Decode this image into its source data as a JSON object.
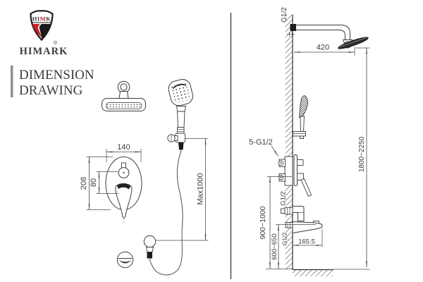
{
  "brand": {
    "shield_hi": "HI",
    "shield_m": "M",
    "shield_k": "K",
    "name": "HIMARK",
    "registered": "®"
  },
  "title": {
    "line1": "DIMENSION",
    "line2": "DRAWING"
  },
  "colors": {
    "brand_red": "#c42127",
    "line": "#3c3c3c"
  },
  "left_drawing": {
    "dim_width": "140",
    "dim_height": "208",
    "dim_offset": "80",
    "dim_hose": "Max1000"
  },
  "right_drawing": {
    "thread_top": "G1/2",
    "dim_arm": "420",
    "label_valve": "5-G1/2",
    "dim_total_height": "1800~2250",
    "dim_valve_height": "900~1000",
    "thread_elbow": "G1/2",
    "dim_spout_height": "600~650",
    "thread_spout": "G1/2",
    "dim_spout_length": "165.5"
  }
}
